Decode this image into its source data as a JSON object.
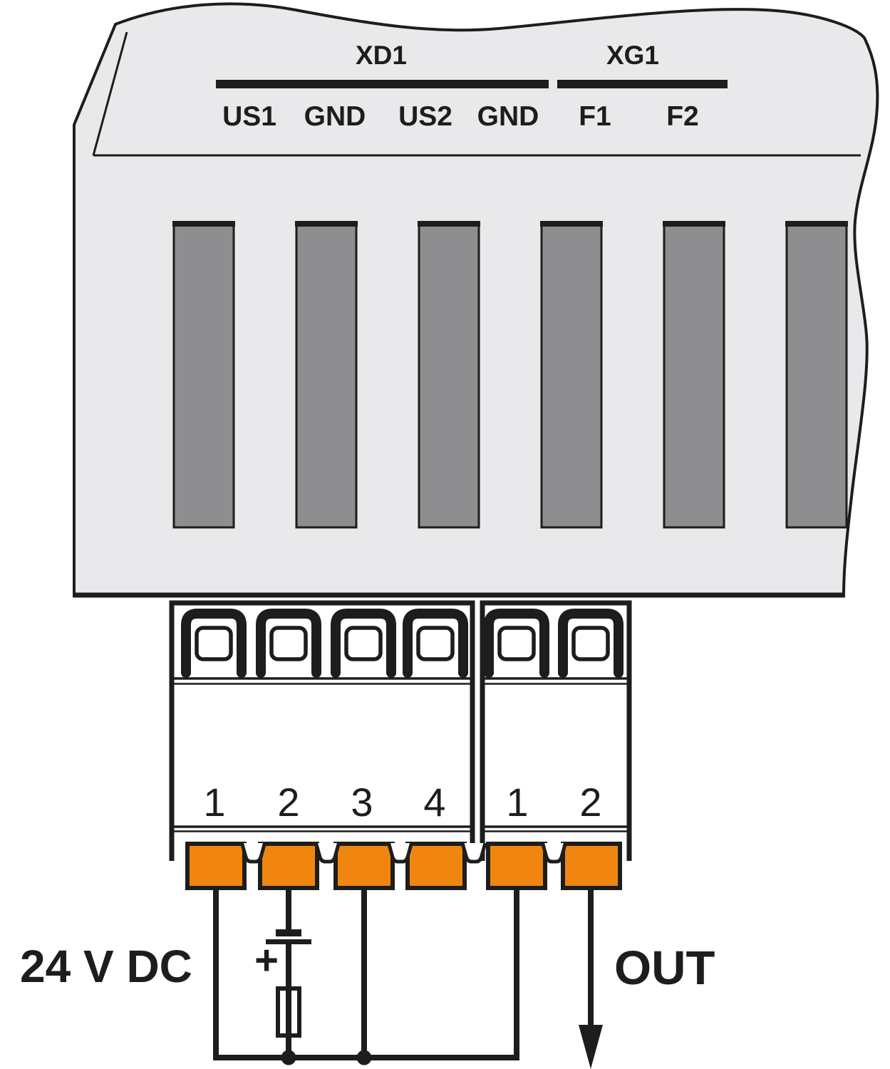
{
  "housing": {
    "groups": [
      {
        "name": "XD1",
        "pins": [
          "US1",
          "GND",
          "US2",
          "GND"
        ]
      },
      {
        "name": "XG1",
        "pins": [
          "F1",
          "F2"
        ]
      }
    ],
    "slot_count": 6
  },
  "blocks": {
    "left": {
      "terminals": [
        "1",
        "2",
        "3",
        "4"
      ]
    },
    "right": {
      "terminals": [
        "1",
        "2"
      ]
    }
  },
  "wiring": {
    "supply_label": "24 V DC",
    "polarity_label": "+",
    "output_label": "OUT"
  },
  "symbols": {
    "battery": "battery-cell-icon",
    "fuse": "fuse-icon",
    "output_arrow": "arrow-down-icon",
    "junction": "junction-dot"
  },
  "colors": {
    "line": "#1d1d1b",
    "housing_fill": "#e9e9eb",
    "slot_fill": "#8e8e90",
    "terminal_fill": "#f0860f",
    "background": "#ffffff"
  }
}
